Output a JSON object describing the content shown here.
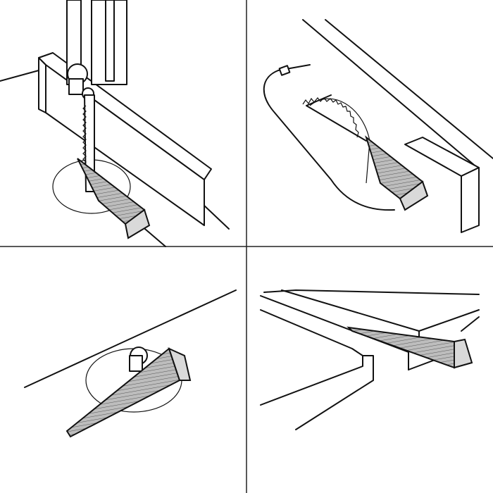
{
  "illustration": {
    "panels": [
      "bandsaw-wedge",
      "tablesaw-wedge",
      "router-table-wedge",
      "boards-wedge"
    ],
    "colors": {
      "background": "#ffffff",
      "line": "#111111",
      "wedge_fill": "#b5b5b5",
      "wedge_end": "#d9d9d9",
      "divider": "#222222"
    }
  }
}
